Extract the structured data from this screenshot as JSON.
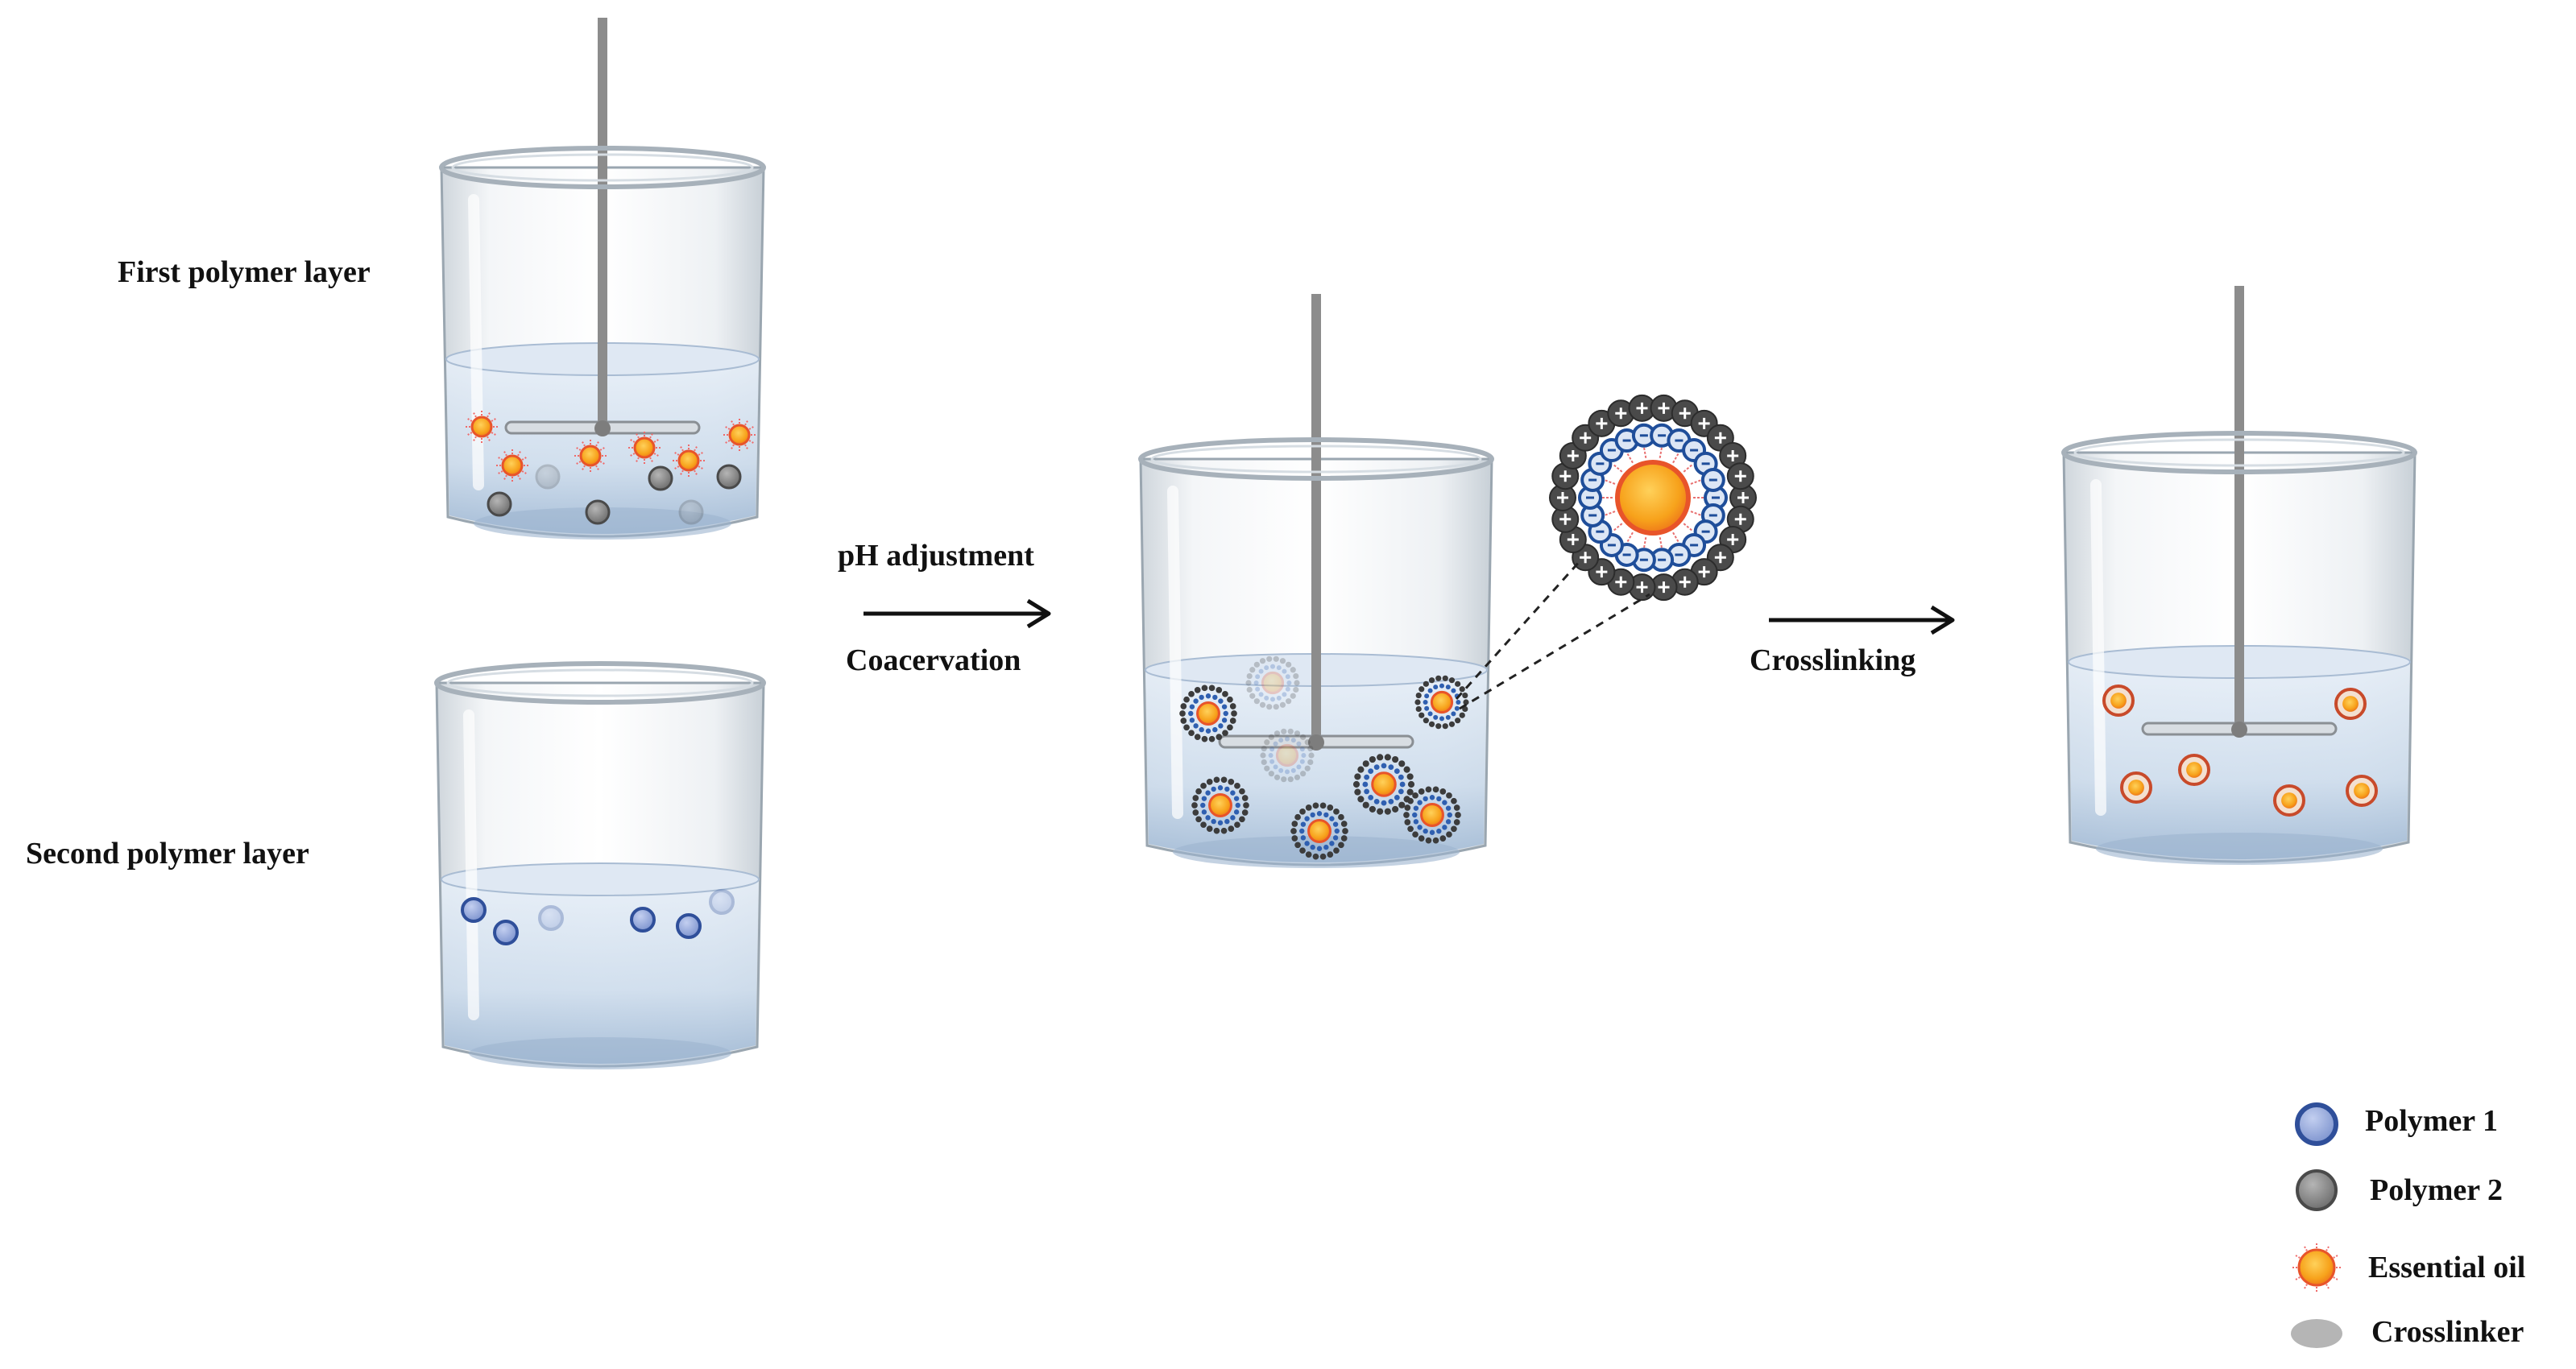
{
  "labels": {
    "first_polymer_layer": "First polymer layer",
    "second_polymer_layer": "Second polymer layer",
    "ph_adjustment": "pH adjustment",
    "coacervation": "Coacervation",
    "crosslinking": "Crosslinking"
  },
  "legend": {
    "polymer1": "Polymer 1",
    "polymer2": "Polymer 2",
    "essential_oil": "Essential oil",
    "crosslinker": "Crosslinker"
  },
  "colors": {
    "polymer1_fill": "#8fa4d6",
    "polymer1_stroke": "#2f4f9a",
    "polymer2_fill": "#8a8a8a",
    "polymer2_stroke": "#4a4a4a",
    "oil_core": "#f7a21b",
    "oil_ring": "#e8542a",
    "shell_dark": "#3c3c3c",
    "liquid": "#c9d8ea",
    "rod": "#8c8c8c",
    "arrow": "#111111"
  }
}
